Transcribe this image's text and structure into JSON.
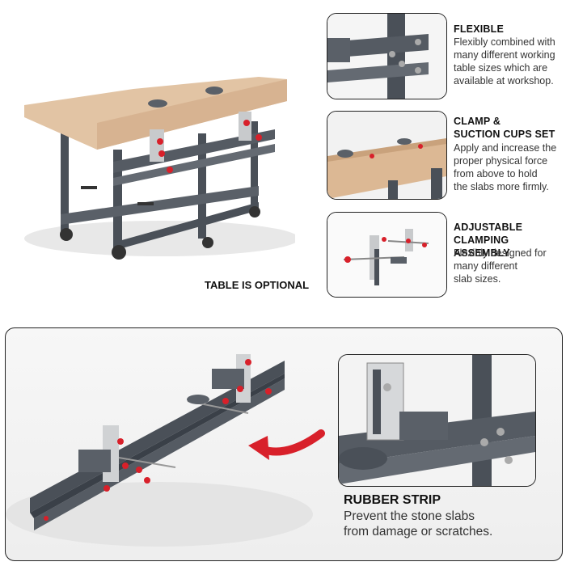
{
  "features": [
    {
      "title_lines": [
        "FLEXIBLE"
      ],
      "desc_lines": [
        "Flexibly combined with",
        "many different working",
        "table sizes which are",
        "available at workshop."
      ]
    },
    {
      "title_lines": [
        "CLAMP &",
        "SUCTION CUPS SET"
      ],
      "desc_lines": [
        "Apply and increase the",
        "proper physical force",
        "from above to hold",
        "the slabs more firmly."
      ]
    },
    {
      "title_lines": [
        "ADJUSTABLE",
        "CLAMPING ASSEMBLY"
      ],
      "desc_lines": [
        "Flexibly designed for",
        "many different",
        "slab sizes."
      ]
    }
  ],
  "table_caption": "TABLE IS OPTIONAL",
  "rubber_strip": {
    "title": "RUBBER STRIP",
    "desc_lines": [
      "Prevent the stone slabs",
      "from damage or scratches."
    ]
  },
  "colors": {
    "frame": "#4a5058",
    "accent": "#d8202a",
    "wood": "#e2c4a4",
    "border": "#222222"
  }
}
